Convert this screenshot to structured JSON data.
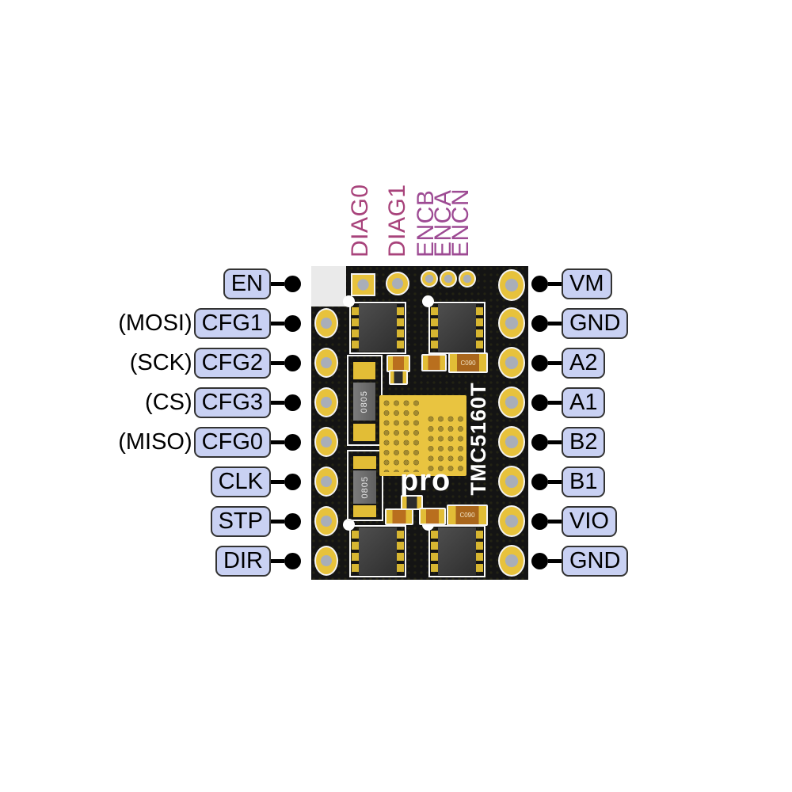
{
  "diagram": {
    "type": "pinout-diagram",
    "board_name": "TMC5160T",
    "board_variant": "pro"
  },
  "board": {
    "chip_title": "TMC5160T",
    "pro_label": "pro",
    "resistor_marking": "0805",
    "cap_marking": "C090"
  },
  "colors": {
    "label_box_fill": "#c9d1f3",
    "label_box_border": "#333333",
    "label_text": "#000000",
    "diag_label": "#a8437b",
    "enc_label": "#9d4a93",
    "board_black": "#141414",
    "pad_yellow": "#e7c23c",
    "pad_center_gray": "#a9aeb8",
    "wire": "#000000",
    "silkscreen": "#ffffff"
  },
  "top_pins": [
    {
      "label": "DIAG0",
      "group": "diag"
    },
    {
      "label": "DIAG1",
      "group": "diag"
    },
    {
      "label": "ENCB",
      "group": "enc"
    },
    {
      "label": "ENCA",
      "group": "enc"
    },
    {
      "label": "ENCN",
      "group": "enc"
    }
  ],
  "left_pins": [
    {
      "prefix": "",
      "label": "EN"
    },
    {
      "prefix": "(MOSI)",
      "label": "CFG1"
    },
    {
      "prefix": "(SCK)",
      "label": "CFG2"
    },
    {
      "prefix": "(CS)",
      "label": "CFG3"
    },
    {
      "prefix": "(MISO)",
      "label": "CFG0"
    },
    {
      "prefix": "",
      "label": "CLK"
    },
    {
      "prefix": "",
      "label": "STP"
    },
    {
      "prefix": "",
      "label": "DIR"
    }
  ],
  "right_pins": [
    {
      "label": "VM"
    },
    {
      "label": "GND"
    },
    {
      "label": "A2"
    },
    {
      "label": "A1"
    },
    {
      "label": "B2"
    },
    {
      "label": "B1"
    },
    {
      "label": "VIO"
    },
    {
      "label": "GND"
    }
  ]
}
